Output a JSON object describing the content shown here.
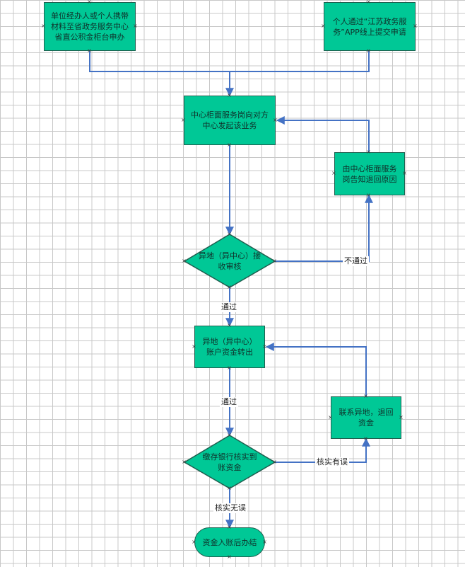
{
  "nodes": {
    "unit_agent": "单位经办人或个人携带材料至省政务服务中心省直公积金柜台申办",
    "individual_app": "个人通过“江苏政务服务”APP线上提交申请",
    "center_initiate": "中心柜面服务岗向对方中心发起该业务",
    "notify_return": "由中心柜面服务岗告知退回原因",
    "remote_review": "异地（异中心）接收审核",
    "remote_transfer": "异地（异中心）账户资金转出",
    "contact_remote": "联系异地，退回资金",
    "bank_verify": "缴存银行核实到账资金",
    "finish": "资金入账后办结"
  },
  "edge_labels": {
    "not_pass": "不通过",
    "pass_1": "通过",
    "pass_2": "通过",
    "verify_error": "核实有误",
    "verify_ok": "核实无误"
  },
  "colors": {
    "node_fill": "#00c896",
    "node_border": "#1f5f4f",
    "connector": "#4472c4",
    "grid": "#c8c8c8"
  }
}
